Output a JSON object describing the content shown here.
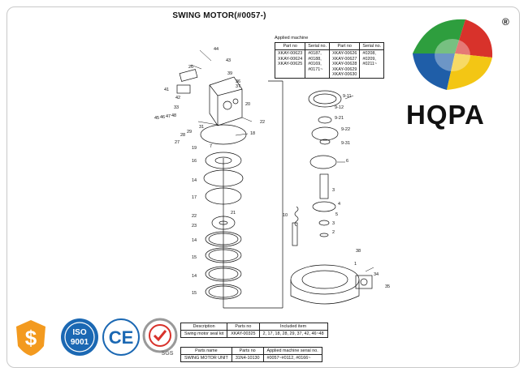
{
  "title": "SWING MOTOR(#0057-)",
  "applied": {
    "caption": "Applied machine",
    "headers": [
      "Part no",
      "Serial no.",
      "Part no",
      "Serial no."
    ],
    "col1": [
      "XKAY-00623",
      "XKAY-00624",
      "XKAY-00625"
    ],
    "col2": [
      "#0187,",
      "#0188,",
      "#0169,",
      "#0171~"
    ],
    "col3": [
      "XKAY-00626",
      "XKAY-00627",
      "XKAY-00628",
      "XKAY-00629",
      "XKAY-00630"
    ],
    "col4": [
      "#0208,",
      "#0209,",
      "#0211~"
    ]
  },
  "kit": {
    "headers": [
      "Description",
      "Parts no",
      "Included item"
    ],
    "row": [
      "Swing motor seal kit",
      "XKAY-00325",
      "2, 17, 18, 28, 29, 37, 42, 46~48"
    ]
  },
  "motor": {
    "headers": [
      "Parts name",
      "Parts no",
      "Applied machine serial no."
    ],
    "row": [
      "SWING MOTOR UNIT",
      "31N4-10130",
      "#0057~#0112, #0166~"
    ]
  },
  "logo": {
    "text": "HQPA",
    "reg": "®"
  },
  "badges": {
    "iso_top": "ISO",
    "iso_num": "9001",
    "ce": "CE",
    "sgs": "SGS"
  },
  "callouts_left": [
    "44",
    "43",
    "26",
    "39",
    "36",
    "37",
    "41",
    "42",
    "20",
    "33",
    "45",
    "46",
    "47",
    "48",
    "31",
    "22",
    "27",
    "28",
    "29",
    "18",
    "19",
    "7",
    "16",
    "14",
    "17",
    "22",
    "21",
    "23",
    "14",
    "15",
    "14",
    "15"
  ],
  "callouts_right": [
    "9-11",
    "9-12",
    "9-21",
    "9-22",
    "9-31",
    "6",
    "3",
    "4",
    "10",
    "5",
    "3",
    "2",
    "38",
    "1",
    "34",
    "35"
  ],
  "colors": {
    "logo_green": "#2e9e3e",
    "logo_red": "#d8322b",
    "logo_yellow": "#f3c614",
    "logo_blue": "#1f5ea8",
    "badge_orange": "#f39a1f",
    "badge_blue": "#1b68b3"
  }
}
